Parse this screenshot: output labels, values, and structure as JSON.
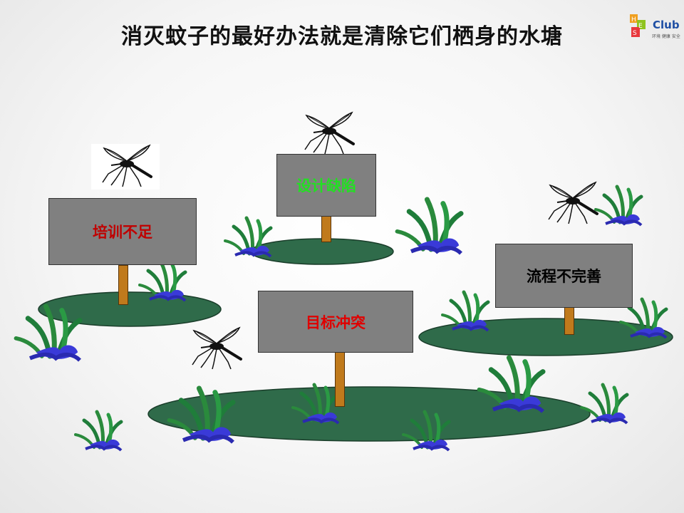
{
  "title": "消灭蚊子的最好办法就是清除它们栖身的水塘",
  "logo": {
    "letters": [
      "H",
      "E",
      "S"
    ],
    "text": "Club",
    "subtext": "环境 健康 安全"
  },
  "signs": [
    {
      "label": "培训不足",
      "color": "#c00000"
    },
    {
      "label": "设计缺陷",
      "color": "#22e022"
    },
    {
      "label": "流程不完善",
      "color": "#000000"
    },
    {
      "label": "目标冲突",
      "color": "#e00000"
    }
  ],
  "colors": {
    "pond": "#2f6b4a",
    "grass": "#1f7d3a",
    "flower": "#3a3ad8",
    "post": "#c07a1c",
    "sign": "#808080"
  }
}
